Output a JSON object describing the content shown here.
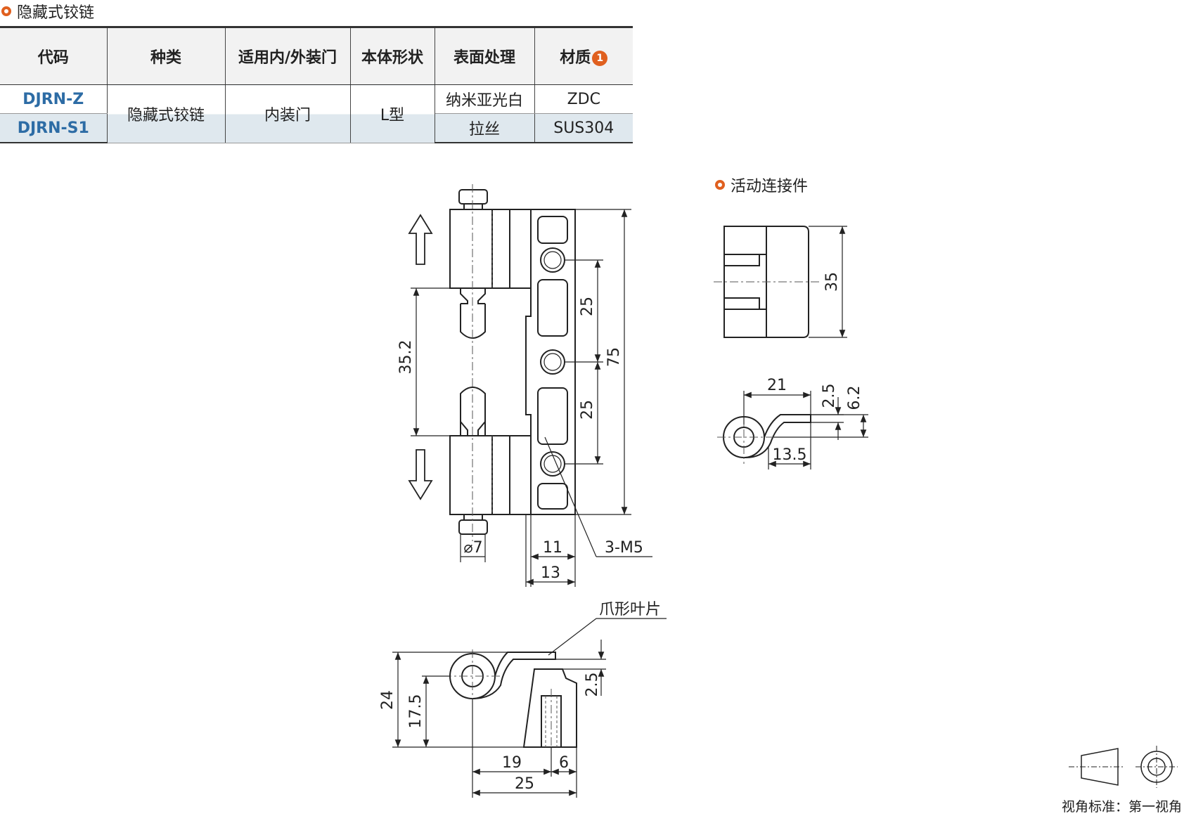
{
  "section_hidden": "隐藏式铰链",
  "section_moving": "活动连接件",
  "table": {
    "headers": [
      "代码",
      "种类",
      "适用内/外装门",
      "本体形状",
      "表面处理",
      "材质"
    ],
    "badge": "1",
    "rows": [
      {
        "code": "DJRN-Z",
        "surface": "纳米亚光白",
        "material": "ZDC"
      },
      {
        "code": "DJRN-S1",
        "surface": "拉丝",
        "material": "SUS304"
      }
    ],
    "type": "隐藏式铰链",
    "door": "内装门",
    "shape": "L型"
  },
  "dims": {
    "d75": "75",
    "d25a": "25",
    "d25b": "25",
    "d35_2": "35.2",
    "dia7": "⌀7",
    "d11": "11",
    "d13": "13",
    "m5": "3-M5",
    "d35": "35",
    "d21": "21",
    "d2_5a": "2.5",
    "d6_2": "6.2",
    "d13_5": "13.5",
    "claw": "爪形叶片",
    "d24": "24",
    "d17_5": "17.5",
    "d2_5b": "2.5",
    "d19": "19",
    "d6": "6",
    "d25c": "25"
  },
  "view_standard": "视角标准：第一视角",
  "colors": {
    "accent": "#e0601f",
    "code_blue": "#2d6ca5",
    "row_tint": "#dfe8ee"
  }
}
